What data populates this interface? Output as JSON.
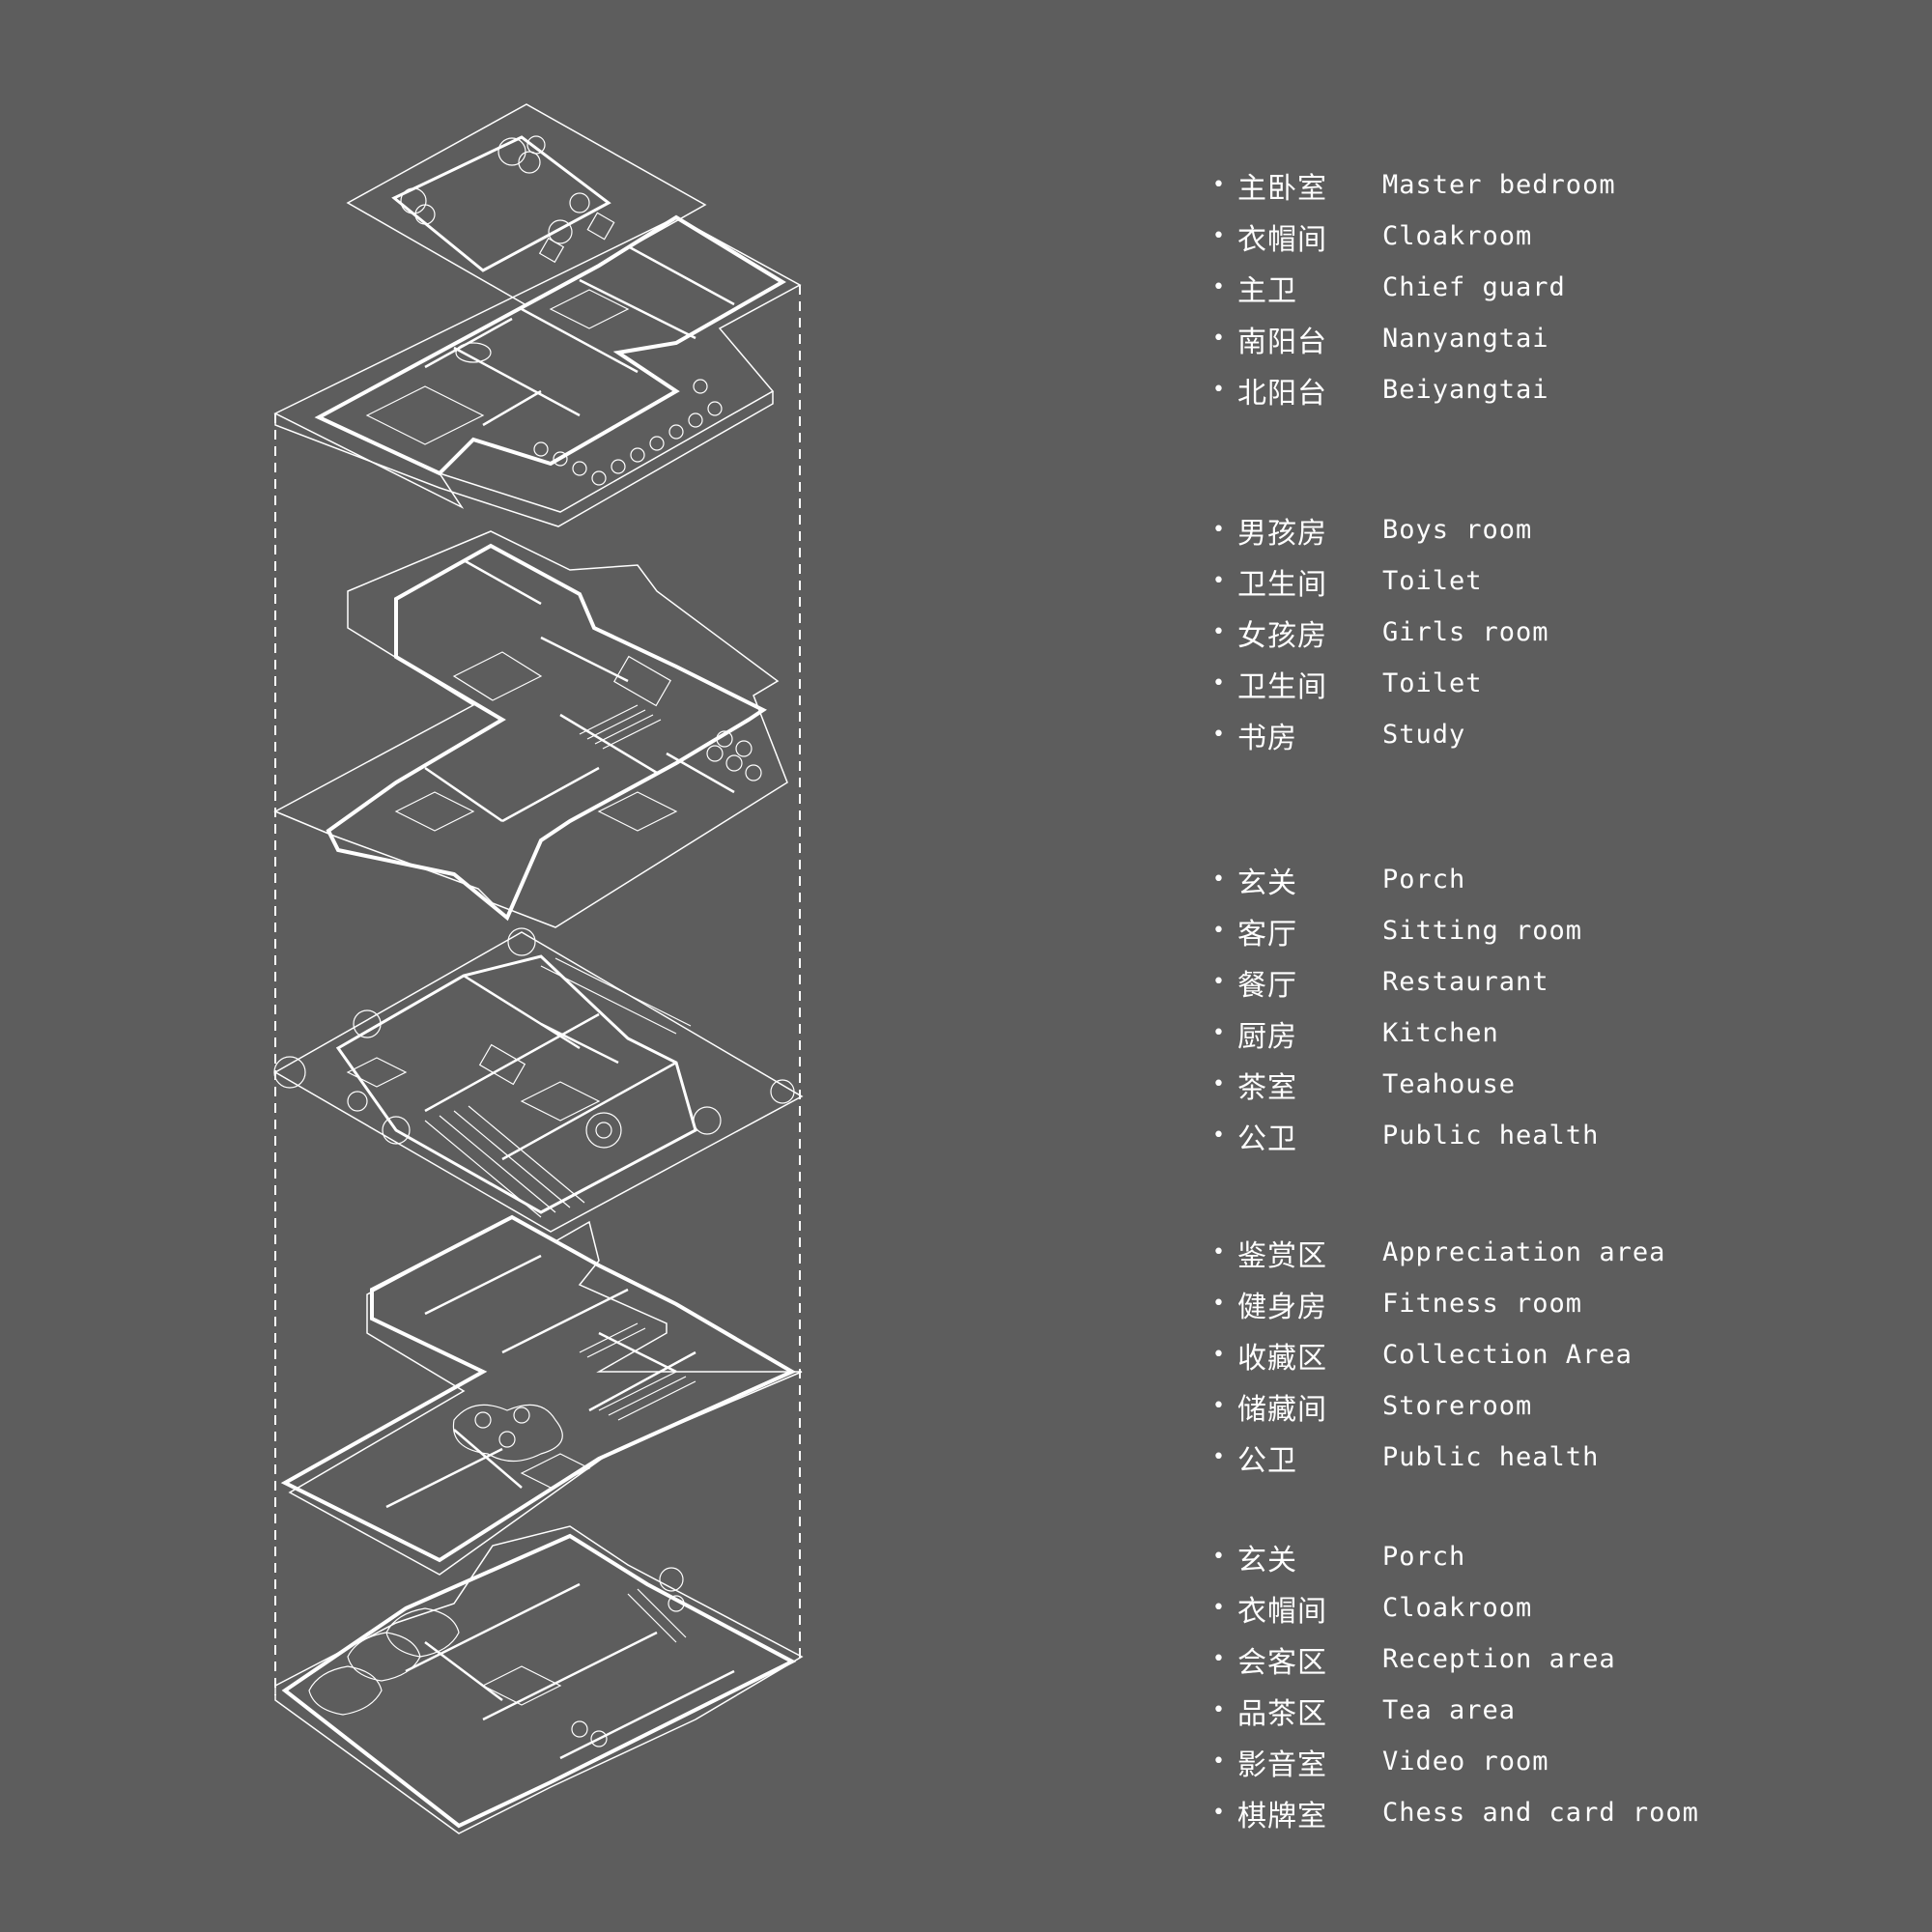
{
  "colors": {
    "background": "#5d5d5d",
    "lines": "#ffffff"
  },
  "legend": [
    {
      "items": [
        {
          "zh": "主卧室",
          "en": "Master bedroom"
        },
        {
          "zh": "衣帽间",
          "en": "Cloakroom"
        },
        {
          "zh": "主卫",
          "en": "Chief guard"
        },
        {
          "zh": "南阳台",
          "en": "Nanyangtai"
        },
        {
          "zh": "北阳台",
          "en": "Beiyangtai"
        }
      ]
    },
    {
      "items": [
        {
          "zh": "男孩房",
          "en": "Boys room"
        },
        {
          "zh": "卫生间",
          "en": "Toilet"
        },
        {
          "zh": "女孩房",
          "en": "Girls room"
        },
        {
          "zh": "卫生间",
          "en": "Toilet"
        },
        {
          "zh": "书房",
          "en": "Study"
        }
      ]
    },
    {
      "items": [
        {
          "zh": "玄关",
          "en": "Porch"
        },
        {
          "zh": "客厅",
          "en": "Sitting room"
        },
        {
          "zh": "餐厅",
          "en": "Restaurant"
        },
        {
          "zh": "厨房",
          "en": "Kitchen"
        },
        {
          "zh": "茶室",
          "en": "Teahouse"
        },
        {
          "zh": "公卫",
          "en": "Public health"
        }
      ]
    },
    {
      "items": [
        {
          "zh": "鉴赏区",
          "en": "Appreciation area"
        },
        {
          "zh": "健身房",
          "en": "Fitness room"
        },
        {
          "zh": "收藏区",
          "en": "Collection Area"
        },
        {
          "zh": "储藏间",
          "en": "Storeroom"
        },
        {
          "zh": "公卫",
          "en": "Public health"
        }
      ]
    },
    {
      "items": [
        {
          "zh": "玄关",
          "en": "Porch"
        },
        {
          "zh": "衣帽间",
          "en": "Cloakroom"
        },
        {
          "zh": "会客区",
          "en": "Reception area"
        },
        {
          "zh": "品茶区",
          "en": "Tea area"
        },
        {
          "zh": "影音室",
          "en": "Video room"
        },
        {
          "zh": "棋牌室",
          "en": "Chess and card room"
        }
      ]
    }
  ]
}
